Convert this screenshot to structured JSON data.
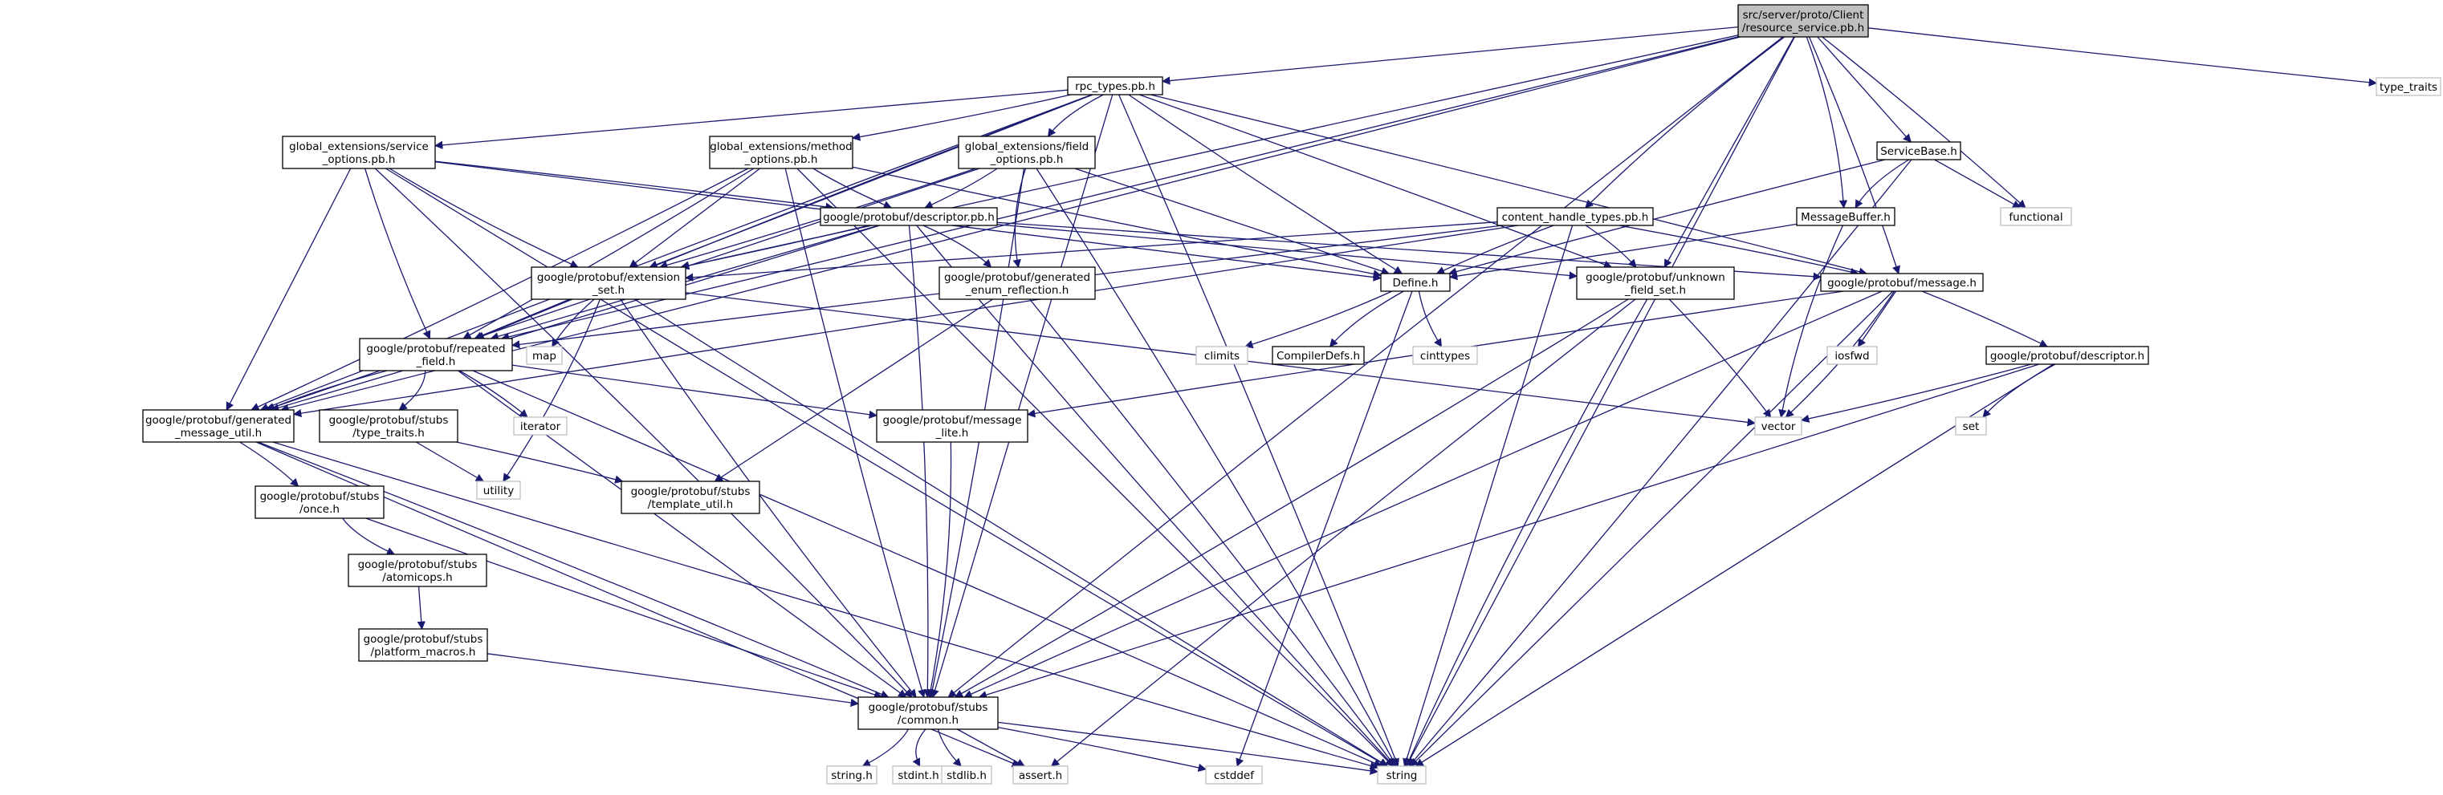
{
  "graph": {
    "title": "src/server/proto/Client/resource_service.pb.h",
    "colors": {
      "edge": "#191970",
      "root_fill": "#bfbfbf",
      "file_border": "#000000",
      "system_border": "#bfbfbf"
    },
    "nodes": [
      {
        "id": "root",
        "kind": "root",
        "lines": [
          "src/server/proto/Client",
          "/resource_service.pb.h"
        ]
      },
      {
        "id": "type_traits",
        "kind": "sys",
        "lines": [
          "type_traits"
        ]
      },
      {
        "id": "rpc_types",
        "kind": "file",
        "lines": [
          "rpc_types.pb.h"
        ]
      },
      {
        "id": "gext_service",
        "kind": "file",
        "lines": [
          "global_extensions/service",
          "_options.pb.h"
        ]
      },
      {
        "id": "gext_method",
        "kind": "file",
        "lines": [
          "global_extensions/method",
          "_options.pb.h"
        ]
      },
      {
        "id": "gext_field",
        "kind": "file",
        "lines": [
          "global_extensions/field",
          "_options.pb.h"
        ]
      },
      {
        "id": "servicebase",
        "kind": "file",
        "lines": [
          "ServiceBase.h"
        ]
      },
      {
        "id": "functional",
        "kind": "sys",
        "lines": [
          "functional"
        ]
      },
      {
        "id": "messagebuffer",
        "kind": "file",
        "lines": [
          "MessageBuffer.h"
        ]
      },
      {
        "id": "content_handle",
        "kind": "file",
        "lines": [
          "content_handle_types.pb.h"
        ]
      },
      {
        "id": "descriptor_pb",
        "kind": "file",
        "lines": [
          "google/protobuf/descriptor.pb.h"
        ]
      },
      {
        "id": "extension_set",
        "kind": "file",
        "lines": [
          "google/protobuf/extension",
          "_set.h"
        ]
      },
      {
        "id": "gen_enum",
        "kind": "file",
        "lines": [
          "google/protobuf/generated",
          "_enum_reflection.h"
        ]
      },
      {
        "id": "define",
        "kind": "file",
        "lines": [
          "Define.h"
        ]
      },
      {
        "id": "unknown_field",
        "kind": "file",
        "lines": [
          "google/protobuf/unknown",
          "_field_set.h"
        ]
      },
      {
        "id": "message",
        "kind": "file",
        "lines": [
          "google/protobuf/message.h"
        ]
      },
      {
        "id": "map",
        "kind": "sys",
        "lines": [
          "map"
        ]
      },
      {
        "id": "repeated_field",
        "kind": "file",
        "lines": [
          "google/protobuf/repeated",
          "_field.h"
        ]
      },
      {
        "id": "climits",
        "kind": "sys",
        "lines": [
          "climits"
        ]
      },
      {
        "id": "compilerdefs",
        "kind": "file",
        "lines": [
          "CompilerDefs.h"
        ]
      },
      {
        "id": "cinttypes",
        "kind": "sys",
        "lines": [
          "cinttypes"
        ]
      },
      {
        "id": "iosfwd",
        "kind": "sys",
        "lines": [
          "iosfwd"
        ]
      },
      {
        "id": "descriptor_h",
        "kind": "file",
        "lines": [
          "google/protobuf/descriptor.h"
        ]
      },
      {
        "id": "gen_msg_util",
        "kind": "file",
        "lines": [
          "google/protobuf/generated",
          "_message_util.h"
        ]
      },
      {
        "id": "stubs_type_traits",
        "kind": "file",
        "lines": [
          "google/protobuf/stubs",
          "/type_traits.h"
        ]
      },
      {
        "id": "iterator",
        "kind": "sys",
        "lines": [
          "iterator"
        ]
      },
      {
        "id": "message_lite",
        "kind": "file",
        "lines": [
          "google/protobuf/message",
          "_lite.h"
        ]
      },
      {
        "id": "vector",
        "kind": "sys",
        "lines": [
          "vector"
        ]
      },
      {
        "id": "set",
        "kind": "sys",
        "lines": [
          "set"
        ]
      },
      {
        "id": "utility",
        "kind": "sys",
        "lines": [
          "utility"
        ]
      },
      {
        "id": "template_util",
        "kind": "file",
        "lines": [
          "google/protobuf/stubs",
          "/template_util.h"
        ]
      },
      {
        "id": "stubs_once",
        "kind": "file",
        "lines": [
          "google/protobuf/stubs",
          "/once.h"
        ]
      },
      {
        "id": "atomicops",
        "kind": "file",
        "lines": [
          "google/protobuf/stubs",
          "/atomicops.h"
        ]
      },
      {
        "id": "platform_macros",
        "kind": "file",
        "lines": [
          "google/protobuf/stubs",
          "/platform_macros.h"
        ]
      },
      {
        "id": "common",
        "kind": "file",
        "lines": [
          "google/protobuf/stubs",
          "/common.h"
        ]
      },
      {
        "id": "string_h",
        "kind": "sys",
        "lines": [
          "string.h"
        ]
      },
      {
        "id": "stdint_h",
        "kind": "sys",
        "lines": [
          "stdint.h"
        ]
      },
      {
        "id": "stdlib_h",
        "kind": "sys",
        "lines": [
          "stdlib.h"
        ]
      },
      {
        "id": "assert_h",
        "kind": "sys",
        "lines": [
          "assert.h"
        ]
      },
      {
        "id": "cstddef",
        "kind": "sys",
        "lines": [
          "cstddef"
        ]
      },
      {
        "id": "string",
        "kind": "sys",
        "lines": [
          "string"
        ]
      }
    ],
    "edges": [
      [
        "root",
        "type_traits"
      ],
      [
        "root",
        "rpc_types"
      ],
      [
        "root",
        "servicebase"
      ],
      [
        "root",
        "functional"
      ],
      [
        "root",
        "messagebuffer"
      ],
      [
        "root",
        "content_handle"
      ],
      [
        "root",
        "extension_set"
      ],
      [
        "root",
        "unknown_field"
      ],
      [
        "root",
        "message"
      ],
      [
        "root",
        "repeated_field"
      ],
      [
        "root",
        "gen_msg_util"
      ],
      [
        "root",
        "common"
      ],
      [
        "root",
        "string"
      ],
      [
        "rpc_types",
        "gext_service"
      ],
      [
        "rpc_types",
        "gext_method"
      ],
      [
        "rpc_types",
        "gext_field"
      ],
      [
        "rpc_types",
        "define"
      ],
      [
        "rpc_types",
        "extension_set"
      ],
      [
        "rpc_types",
        "unknown_field"
      ],
      [
        "rpc_types",
        "message"
      ],
      [
        "rpc_types",
        "repeated_field"
      ],
      [
        "rpc_types",
        "gen_msg_util"
      ],
      [
        "rpc_types",
        "common"
      ],
      [
        "rpc_types",
        "string"
      ],
      [
        "gext_service",
        "descriptor_pb"
      ],
      [
        "gext_service",
        "extension_set"
      ],
      [
        "gext_service",
        "repeated_field"
      ],
      [
        "gext_service",
        "gen_msg_util"
      ],
      [
        "gext_service",
        "define"
      ],
      [
        "gext_service",
        "common"
      ],
      [
        "gext_service",
        "string"
      ],
      [
        "gext_method",
        "descriptor_pb"
      ],
      [
        "gext_method",
        "extension_set"
      ],
      [
        "gext_method",
        "repeated_field"
      ],
      [
        "gext_method",
        "gen_msg_util"
      ],
      [
        "gext_method",
        "define"
      ],
      [
        "gext_method",
        "common"
      ],
      [
        "gext_method",
        "string"
      ],
      [
        "gext_field",
        "descriptor_pb"
      ],
      [
        "gext_field",
        "extension_set"
      ],
      [
        "gext_field",
        "gen_enum"
      ],
      [
        "gext_field",
        "gen_msg_util"
      ],
      [
        "gext_field",
        "define"
      ],
      [
        "gext_field",
        "common"
      ],
      [
        "gext_field",
        "string"
      ],
      [
        "servicebase",
        "messagebuffer"
      ],
      [
        "servicebase",
        "define"
      ],
      [
        "servicebase",
        "functional"
      ],
      [
        "servicebase",
        "string"
      ],
      [
        "messagebuffer",
        "define"
      ],
      [
        "messagebuffer",
        "vector"
      ],
      [
        "content_handle",
        "define"
      ],
      [
        "content_handle",
        "extension_set"
      ],
      [
        "content_handle",
        "unknown_field"
      ],
      [
        "content_handle",
        "message"
      ],
      [
        "content_handle",
        "repeated_field"
      ],
      [
        "content_handle",
        "gen_msg_util"
      ],
      [
        "content_handle",
        "string"
      ],
      [
        "descriptor_pb",
        "extension_set"
      ],
      [
        "descriptor_pb",
        "gen_enum"
      ],
      [
        "descriptor_pb",
        "unknown_field"
      ],
      [
        "descriptor_pb",
        "message"
      ],
      [
        "descriptor_pb",
        "repeated_field"
      ],
      [
        "descriptor_pb",
        "gen_msg_util"
      ],
      [
        "descriptor_pb",
        "common"
      ],
      [
        "descriptor_pb",
        "string"
      ],
      [
        "extension_set",
        "map"
      ],
      [
        "extension_set",
        "repeated_field"
      ],
      [
        "extension_set",
        "vector"
      ],
      [
        "extension_set",
        "utility"
      ],
      [
        "extension_set",
        "common"
      ],
      [
        "extension_set",
        "string"
      ],
      [
        "gen_enum",
        "template_util"
      ],
      [
        "gen_enum",
        "string"
      ],
      [
        "define",
        "climits"
      ],
      [
        "define",
        "compilerdefs"
      ],
      [
        "define",
        "cinttypes"
      ],
      [
        "define",
        "cstddef"
      ],
      [
        "unknown_field",
        "vector"
      ],
      [
        "unknown_field",
        "common"
      ],
      [
        "unknown_field",
        "string"
      ],
      [
        "unknown_field",
        "assert_h"
      ],
      [
        "message",
        "iosfwd"
      ],
      [
        "message",
        "descriptor_h"
      ],
      [
        "message",
        "vector"
      ],
      [
        "message",
        "message_lite"
      ],
      [
        "message",
        "common"
      ],
      [
        "message",
        "string"
      ],
      [
        "repeated_field",
        "iterator"
      ],
      [
        "repeated_field",
        "stubs_type_traits"
      ],
      [
        "repeated_field",
        "gen_msg_util"
      ],
      [
        "repeated_field",
        "message_lite"
      ],
      [
        "repeated_field",
        "common"
      ],
      [
        "repeated_field",
        "string"
      ],
      [
        "descriptor_h",
        "vector"
      ],
      [
        "descriptor_h",
        "set"
      ],
      [
        "descriptor_h",
        "common"
      ],
      [
        "descriptor_h",
        "string"
      ],
      [
        "gen_msg_util",
        "stubs_once"
      ],
      [
        "gen_msg_util",
        "common"
      ],
      [
        "gen_msg_util",
        "string"
      ],
      [
        "gen_msg_util",
        "assert_h"
      ],
      [
        "stubs_type_traits",
        "utility"
      ],
      [
        "stubs_type_traits",
        "template_util"
      ],
      [
        "message_lite",
        "common"
      ],
      [
        "stubs_once",
        "atomicops"
      ],
      [
        "stubs_once",
        "common"
      ],
      [
        "atomicops",
        "platform_macros"
      ],
      [
        "platform_macros",
        "common"
      ],
      [
        "common",
        "string_h"
      ],
      [
        "common",
        "stdint_h"
      ],
      [
        "common",
        "stdlib_h"
      ],
      [
        "common",
        "assert_h"
      ],
      [
        "common",
        "cstddef"
      ],
      [
        "common",
        "string"
      ]
    ]
  }
}
